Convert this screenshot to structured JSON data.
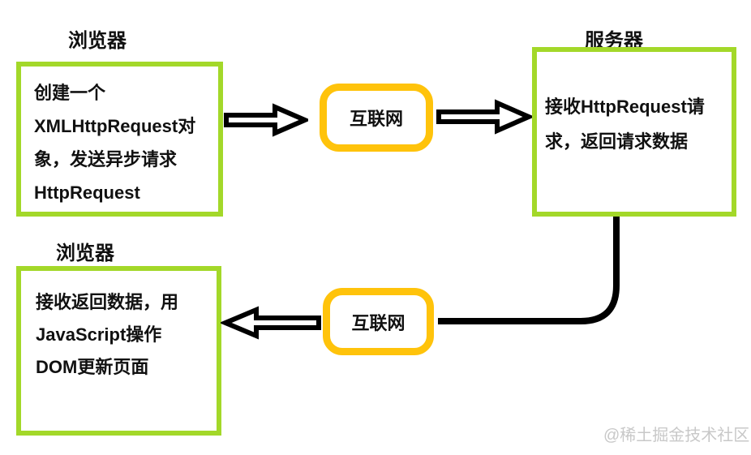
{
  "colors": {
    "green_border": "#a3d829",
    "yellow_border": "#ffc30b",
    "arrow": "#000000",
    "text": "#111111",
    "watermark": "#c8c8c8"
  },
  "nodes": {
    "browser_top": {
      "label": "浏览器",
      "lines": [
        "创建一个",
        "XMLHttpRequest对",
        "象，发送异步请求",
        "HttpRequest"
      ]
    },
    "internet_top": {
      "label": "互联网"
    },
    "server": {
      "label": "服务器",
      "lines": [
        "接收HttpRequest请",
        "求，返回请求数据"
      ]
    },
    "browser_bottom": {
      "label": "浏览器",
      "lines": [
        "接收返回数据，用",
        "JavaScript操作",
        "DOM更新页面"
      ]
    },
    "internet_bottom": {
      "label": "互联网"
    }
  },
  "watermark": {
    "text": "@稀土掘金技术社区"
  }
}
